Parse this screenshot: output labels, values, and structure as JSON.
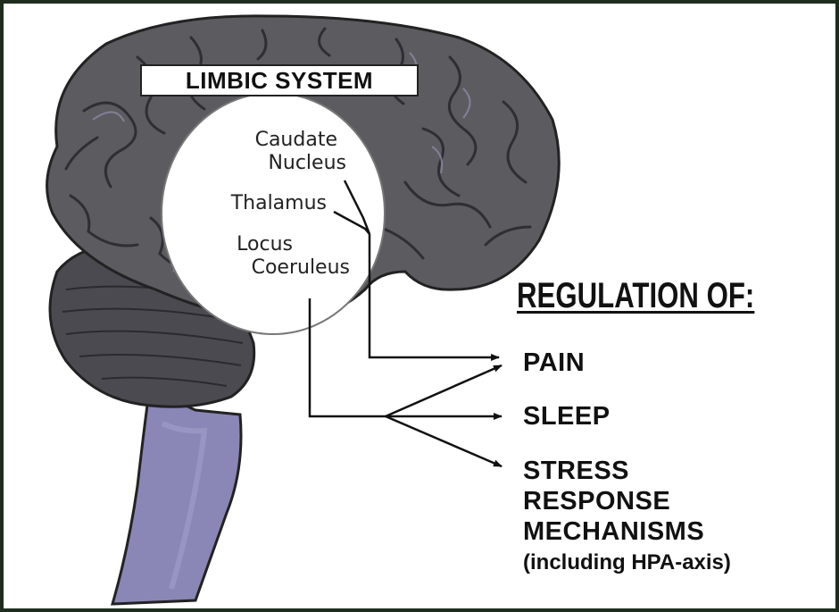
{
  "title": "LIMBIC SYSTEM",
  "regions": [
    "Caudate",
    "Nucleus",
    "Thalamus",
    "Locus",
    "Coeruleus"
  ],
  "heading": "REGULATION OF:",
  "targets": {
    "pain": "PAIN",
    "sleep": "SLEEP",
    "stress_lines": [
      "STRESS",
      "RESPONSE",
      "MECHANISMS"
    ],
    "stress_note": "(including HPA-axis)"
  }
}
